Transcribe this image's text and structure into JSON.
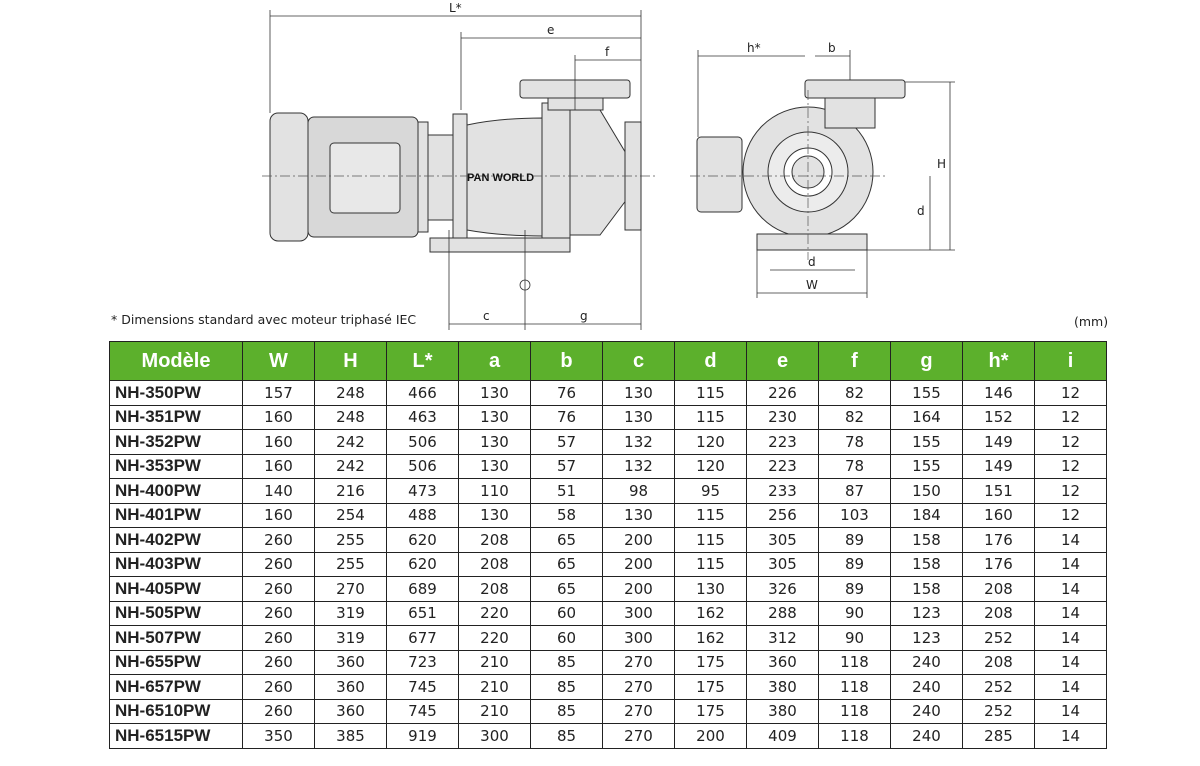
{
  "drawing": {
    "brand": "PAN WORLD",
    "dim_labels": {
      "L": "L*",
      "e": "e",
      "f": "f",
      "c": "c",
      "g": "g",
      "h": "h*",
      "b": "b",
      "H": "H",
      "d_vert": "d",
      "d": "d",
      "W": "W"
    }
  },
  "note": "* Dimensions standard avec moteur triphasé IEC",
  "unit": "(mm)",
  "table": {
    "headers": [
      "Modèle",
      "W",
      "H",
      "L*",
      "a",
      "b",
      "c",
      "d",
      "e",
      "f",
      "g",
      "h*",
      "i"
    ],
    "rows": [
      [
        "NH-350PW",
        "157",
        "248",
        "466",
        "130",
        "76",
        "130",
        "115",
        "226",
        "82",
        "155",
        "146",
        "12"
      ],
      [
        "NH-351PW",
        "160",
        "248",
        "463",
        "130",
        "76",
        "130",
        "115",
        "230",
        "82",
        "164",
        "152",
        "12"
      ],
      [
        "NH-352PW",
        "160",
        "242",
        "506",
        "130",
        "57",
        "132",
        "120",
        "223",
        "78",
        "155",
        "149",
        "12"
      ],
      [
        "NH-353PW",
        "160",
        "242",
        "506",
        "130",
        "57",
        "132",
        "120",
        "223",
        "78",
        "155",
        "149",
        "12"
      ],
      [
        "NH-400PW",
        "140",
        "216",
        "473",
        "110",
        "51",
        "98",
        "95",
        "233",
        "87",
        "150",
        "151",
        "12"
      ],
      [
        "NH-401PW",
        "160",
        "254",
        "488",
        "130",
        "58",
        "130",
        "115",
        "256",
        "103",
        "184",
        "160",
        "12"
      ],
      [
        "NH-402PW",
        "260",
        "255",
        "620",
        "208",
        "65",
        "200",
        "115",
        "305",
        "89",
        "158",
        "176",
        "14"
      ],
      [
        "NH-403PW",
        "260",
        "255",
        "620",
        "208",
        "65",
        "200",
        "115",
        "305",
        "89",
        "158",
        "176",
        "14"
      ],
      [
        "NH-405PW",
        "260",
        "270",
        "689",
        "208",
        "65",
        "200",
        "130",
        "326",
        "89",
        "158",
        "208",
        "14"
      ],
      [
        "NH-505PW",
        "260",
        "319",
        "651",
        "220",
        "60",
        "300",
        "162",
        "288",
        "90",
        "123",
        "208",
        "14"
      ],
      [
        "NH-507PW",
        "260",
        "319",
        "677",
        "220",
        "60",
        "300",
        "162",
        "312",
        "90",
        "123",
        "252",
        "14"
      ],
      [
        "NH-655PW",
        "260",
        "360",
        "723",
        "210",
        "85",
        "270",
        "175",
        "360",
        "118",
        "240",
        "208",
        "14"
      ],
      [
        "NH-657PW",
        "260",
        "360",
        "745",
        "210",
        "85",
        "270",
        "175",
        "380",
        "118",
        "240",
        "252",
        "14"
      ],
      [
        "NH-6510PW",
        "260",
        "360",
        "745",
        "210",
        "85",
        "270",
        "175",
        "380",
        "118",
        "240",
        "252",
        "14"
      ],
      [
        "NH-6515PW",
        "350",
        "385",
        "919",
        "300",
        "85",
        "270",
        "200",
        "409",
        "118",
        "240",
        "285",
        "14"
      ]
    ]
  }
}
